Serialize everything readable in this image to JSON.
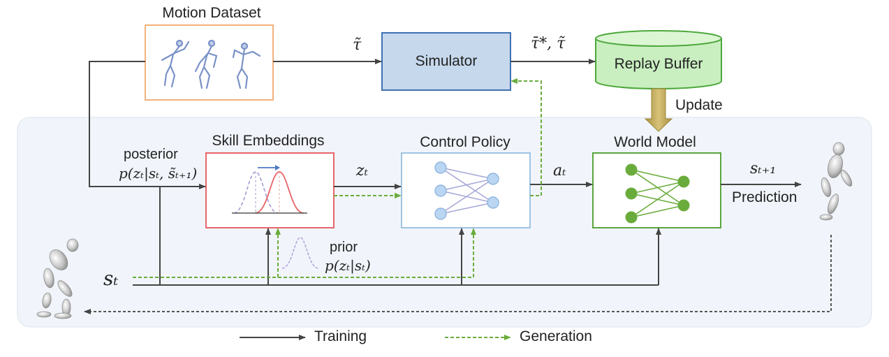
{
  "diagram": {
    "motion_dataset": {
      "title": "Motion Dataset"
    },
    "simulator": {
      "label": "Simulator"
    },
    "replay_buffer": {
      "label": "Replay Buffer"
    },
    "update_label": "Update",
    "skill_embeddings": {
      "title": "Skill Embeddings"
    },
    "control_policy": {
      "title": "Control Policy"
    },
    "world_model": {
      "title": "World Model"
    },
    "posterior": {
      "label": "posterior",
      "formula": "p(zₜ|sₜ, s̃ₜ₊₁)"
    },
    "prior": {
      "label": "prior",
      "formula": "p(zₜ|sₜ)"
    },
    "symbols": {
      "tau_tilde": "τ̃",
      "tau_star_tau": "τ̄*, τ̃",
      "z_t": "zₜ",
      "a_t": "aₜ",
      "s_t1": "sₜ₊₁",
      "s_t": "sₜ"
    },
    "prediction_label": "Prediction",
    "legend": {
      "training": "Training",
      "generation": "Generation"
    }
  },
  "colors": {
    "training_arrow": "#444444",
    "generation_arrow": "#6aac3c",
    "motion_dataset_border": "#f2b27a",
    "simulator_fill": "#c6d8ec",
    "simulator_border": "#3f71b2",
    "replay_buffer_fill": "#c9efc0",
    "replay_buffer_border": "#4da83c",
    "skill_border": "#e8656a",
    "control_border": "#9ec4e2",
    "world_border": "#5aa53e",
    "update_arrow": "#bfa64e",
    "panel_fill": "#f1f5fb"
  }
}
